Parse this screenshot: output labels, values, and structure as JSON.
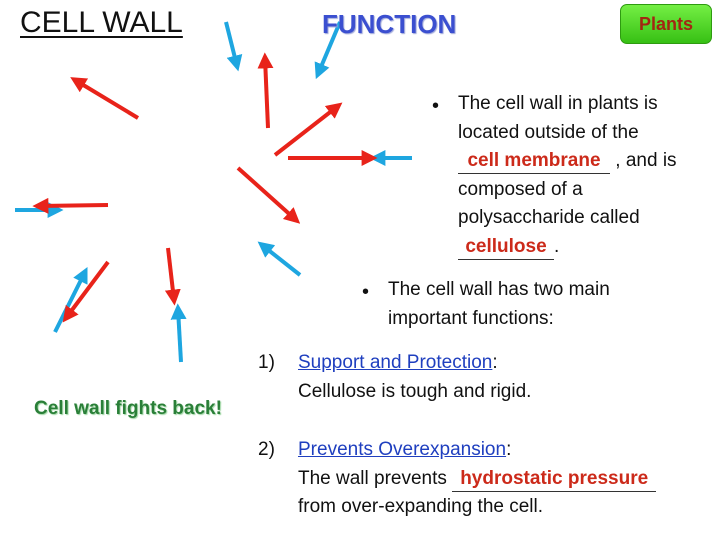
{
  "title": "CELL WALL",
  "function_heading": "FUNCTION",
  "plants_badge": "Plants",
  "caption": "Cell wall fights back!",
  "bullet_symbol": "•",
  "bullet1": {
    "line1": "The cell wall in plants is",
    "line2": "located outside of the",
    "blank1": "cell membrane",
    "line3_after": " , and is",
    "line4": "composed of a",
    "line5": "polysaccharide called",
    "blank2": "cellulose",
    "line6_after": "."
  },
  "bullet2": {
    "line1": "The cell wall has two main",
    "line2": "important functions:"
  },
  "functions": [
    {
      "number": "1)",
      "title": "Support and Protection",
      "colon": ":",
      "detail": "Cellulose is tough and rigid."
    },
    {
      "number": "2)",
      "title": "Prevents Overexpansion",
      "colon": ":",
      "detail_before": "The wall prevents ",
      "blank": "hydrostatic pressure",
      "detail_line2": "from over-expanding the cell."
    }
  ],
  "colors": {
    "red_arrow": "#e8231a",
    "blue_arrow": "#1ea6e0",
    "function_heading": "#3b4fd0",
    "badge_green": "#4fd82a",
    "fill_in": "#cc2a1a",
    "caption_green": "#2a7f38"
  }
}
